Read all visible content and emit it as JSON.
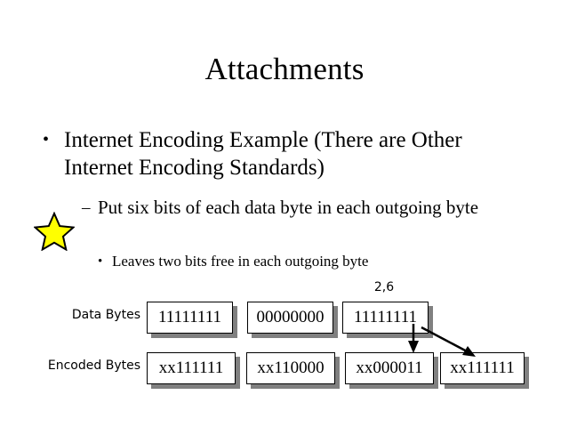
{
  "slide": {
    "title": "Attachments",
    "background_color": "#ffffff",
    "text_color": "#000000"
  },
  "bullets": [
    {
      "level": 1,
      "marker": "•",
      "text": "Internet Encoding Example (There are Other Internet Encoding Standards)"
    },
    {
      "level": 2,
      "marker": "–",
      "text": "Put six bits of each data byte in each outgoing byte"
    },
    {
      "level": 3,
      "marker": "•",
      "text": "Leaves two bits free in each outgoing byte"
    }
  ],
  "star": {
    "name": "star-callout",
    "fill": "#ffff00",
    "stroke": "#000000"
  },
  "diagram": {
    "annotation": "2,6",
    "rows": [
      {
        "label": "Data Bytes",
        "boxes": [
          "11111111",
          "00000000",
          "11111111"
        ]
      },
      {
        "label": "Encoded Bytes",
        "boxes": [
          "xx111111",
          "xx110000",
          "xx000011",
          "xx111111"
        ]
      }
    ],
    "box_style": {
      "fill": "#ffffff",
      "border": "#000000",
      "shadow": "#808080"
    },
    "arrows": [
      {
        "name": "arrow-down",
        "from": "data-byte-3",
        "to": "encoded-byte-3"
      },
      {
        "name": "arrow-diagonal",
        "from": "data-byte-3",
        "to": "encoded-byte-4"
      }
    ]
  }
}
